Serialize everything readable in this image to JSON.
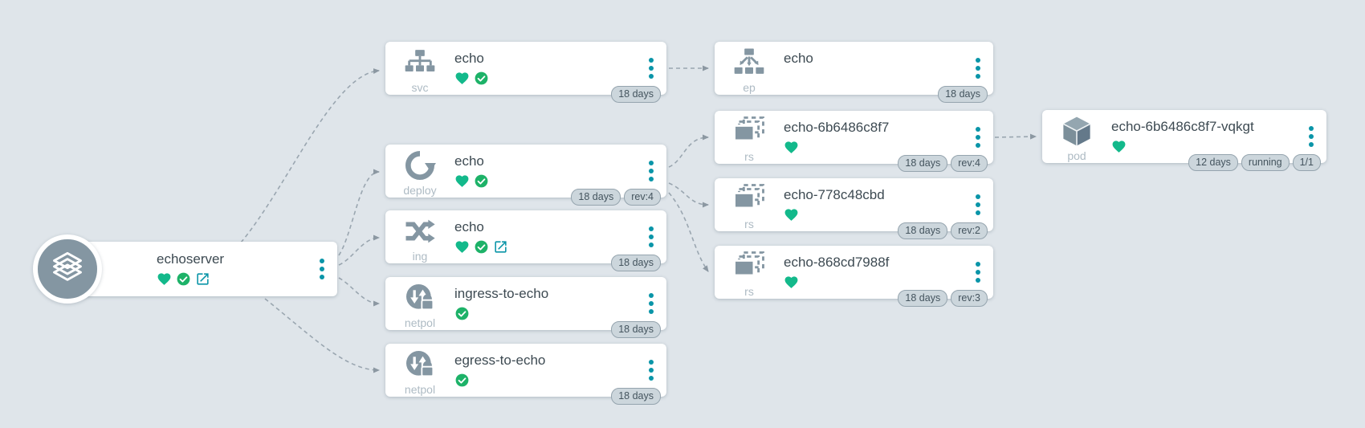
{
  "view": {
    "name": "workload-resource-graph",
    "background": "#dfe5ea"
  },
  "colors": {
    "icon_gray": "#8496a2",
    "accent_teal": "#0a95a8",
    "healthy_green": "#13b98b",
    "ok_green": "#1db268",
    "badge_bg": "#ccd6dc",
    "badge_border": "#95a4ae",
    "title_text": "#3d4a52",
    "kind_text": "#aebbc4"
  },
  "icons": {
    "root": "layers-icon",
    "svc": "service-tree-icon",
    "ep": "endpoints-fanout-icon",
    "deploy": "circular-arrow-icon",
    "ing": "shuffle-arrows-icon",
    "netpol": "traffic-lock-icon",
    "rs": "stacked-copies-icon",
    "pod": "cube-icon",
    "healthy": "heart-icon",
    "ok": "check-circle-icon",
    "link": "open-in-new-icon",
    "menu": "kebab-menu-icon"
  },
  "nodes": {
    "root": {
      "kind": "",
      "title": "echoserver",
      "statuses": [
        "healthy",
        "ok",
        "link"
      ],
      "badges": {}
    },
    "svc": {
      "kind": "svc",
      "title": "echo",
      "statuses": [
        "healthy",
        "ok"
      ],
      "badges": {
        "age": "18 days"
      }
    },
    "ep": {
      "kind": "ep",
      "title": "echo",
      "statuses": [],
      "badges": {
        "age": "18 days"
      }
    },
    "deploy": {
      "kind": "deploy",
      "title": "echo",
      "statuses": [
        "healthy",
        "ok"
      ],
      "badges": {
        "age": "18 days",
        "rev": "rev:4"
      }
    },
    "ing": {
      "kind": "ing",
      "title": "echo",
      "statuses": [
        "healthy",
        "ok",
        "link"
      ],
      "badges": {
        "age": "18 days"
      }
    },
    "netpol_in": {
      "kind": "netpol",
      "title": "ingress-to-echo",
      "statuses": [
        "ok"
      ],
      "badges": {
        "age": "18 days"
      }
    },
    "netpol_out": {
      "kind": "netpol",
      "title": "egress-to-echo",
      "statuses": [
        "ok"
      ],
      "badges": {
        "age": "18 days"
      }
    },
    "rs1": {
      "kind": "rs",
      "title": "echo-6b6486c8f7",
      "statuses": [
        "healthy"
      ],
      "badges": {
        "age": "18 days",
        "rev": "rev:4"
      }
    },
    "rs2": {
      "kind": "rs",
      "title": "echo-778c48cbd",
      "statuses": [
        "healthy"
      ],
      "badges": {
        "age": "18 days",
        "rev": "rev:2"
      }
    },
    "rs3": {
      "kind": "rs",
      "title": "echo-868cd7988f",
      "statuses": [
        "healthy"
      ],
      "badges": {
        "age": "18 days",
        "rev": "rev:3"
      }
    },
    "pod": {
      "kind": "pod",
      "title": "echo-6b6486c8f7-vqkgt",
      "statuses": [
        "healthy"
      ],
      "badges": {
        "age": "12 days",
        "status": "running",
        "ready": "1/1"
      }
    }
  },
  "edges": [
    {
      "from": "root",
      "to": "svc"
    },
    {
      "from": "root",
      "to": "deploy"
    },
    {
      "from": "root",
      "to": "ing"
    },
    {
      "from": "root",
      "to": "netpol_in"
    },
    {
      "from": "root",
      "to": "netpol_out"
    },
    {
      "from": "svc",
      "to": "ep"
    },
    {
      "from": "deploy",
      "to": "rs1"
    },
    {
      "from": "deploy",
      "to": "rs2"
    },
    {
      "from": "deploy",
      "to": "rs3"
    },
    {
      "from": "rs1",
      "to": "pod"
    }
  ]
}
